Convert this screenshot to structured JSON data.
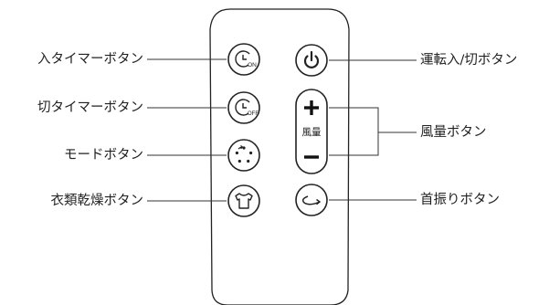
{
  "labels": {
    "on_timer": "入タイマーボタン",
    "off_timer": "切タイマーボタン",
    "mode": "モードボタン",
    "dry": "衣類乾燥ボタン",
    "power": "運転入/切ボタン",
    "fan_speed": "風量ボタン",
    "swing": "首振りボタン"
  },
  "button_text": {
    "on": "ON",
    "off": "OFF",
    "fan_label": "風量",
    "plus": "+",
    "minus": "−"
  },
  "colors": {
    "outline": "#222222",
    "leader_line": "#333333",
    "background": "#ffffff"
  },
  "icons": {
    "on_timer": "clock-on-icon",
    "off_timer": "clock-off-icon",
    "mode": "dotted-circle-arrow-icon",
    "dry": "shirt-icon",
    "power": "power-icon",
    "swing": "swing-arrow-icon"
  }
}
